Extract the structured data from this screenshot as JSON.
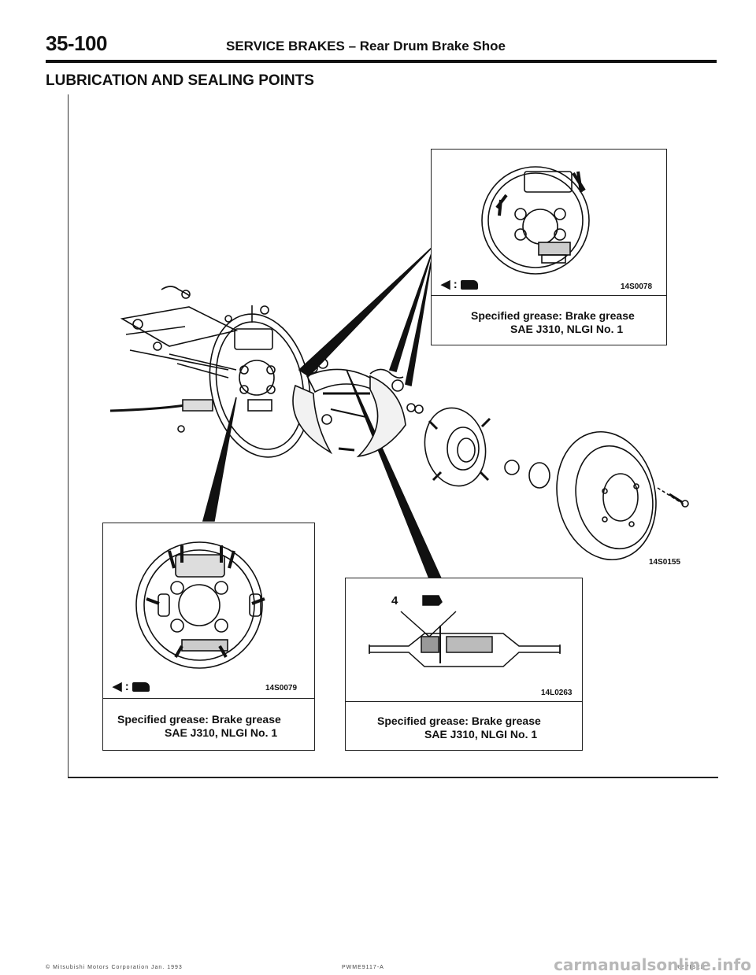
{
  "header": {
    "page_number": "35-100",
    "section": "SERVICE BRAKES",
    "separator": "–",
    "subsection": "Rear Drum Brake Shoe"
  },
  "page_heading": "LUBRICATION AND SEALING POINTS",
  "main_figure": {
    "code": "14S0155"
  },
  "callouts": {
    "top_right": {
      "legend": "◀ :",
      "code": "14S0078",
      "caption_line1": "Specified grease: Brake grease",
      "caption_line2": "SAE J310, NLGI No. 1"
    },
    "bottom_left": {
      "legend": "◀ :",
      "code": "14S0079",
      "caption_line1": "Specified grease: Brake grease",
      "caption_line2": "SAE J310, NLGI No. 1"
    },
    "bottom_center": {
      "number_label": "4",
      "code": "14L0263",
      "caption_line1": "Specified grease: Brake grease",
      "caption_line2": "SAE J310, NLGI No. 1"
    }
  },
  "footer": {
    "left": "© Mitsubishi Motors Corporation   Jan. 1993",
    "center": "PWME9117-A",
    "right": "REVISED"
  },
  "watermark": "carmanualsonline.info"
}
